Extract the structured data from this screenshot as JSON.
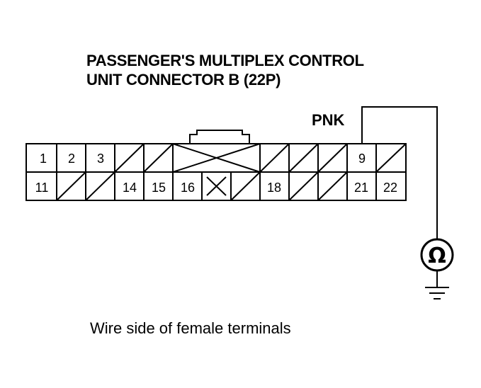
{
  "title": {
    "line1": "PASSENGER'S MULTIPLEX CONTROL",
    "line2": "UNIT CONNECTOR B (22P)"
  },
  "wire_color": "PNK",
  "caption": "Wire side of female terminals",
  "meter_symbol": "Ω",
  "connector": {
    "top_row": [
      "1",
      "2",
      "3",
      "",
      "",
      "",
      "",
      "",
      "",
      "",
      "",
      "9",
      ""
    ],
    "bottom_row": [
      "11",
      "",
      "",
      "14",
      "15",
      "16",
      "",
      "",
      "18",
      "",
      "",
      "21",
      "22"
    ]
  }
}
